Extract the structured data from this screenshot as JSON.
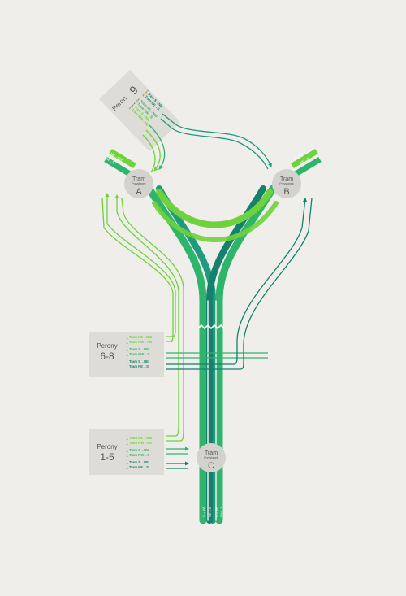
{
  "colors": {
    "background": "#efeeeb",
    "box": "#dedcd6",
    "node": "#d3d2cd",
    "text_dark": "#555555",
    "line_light": "#6fd23c",
    "line_mid": "#2fb56b",
    "line_teal": "#1f9a7e",
    "line_dark": "#15806e"
  },
  "stations": [
    {
      "id": "A",
      "title": "Tram",
      "subtitle": "Przystanek",
      "letter": "A"
    },
    {
      "id": "B",
      "title": "Tram",
      "subtitle": "Przystanek",
      "letter": "B"
    },
    {
      "id": "C",
      "title": "Tram",
      "subtitle": "Przystanek",
      "letter": "C"
    }
  ],
  "platform_boxes": [
    {
      "id": "peron9",
      "label": "Peron",
      "number": "9"
    },
    {
      "id": "perony68",
      "label": "Perony",
      "number": "6-8"
    },
    {
      "id": "perony15",
      "label": "Perony",
      "number": "1-5"
    }
  ],
  "route_labels": {
    "peron9": [
      "Tram S→NE",
      "Tram NE→S",
      "Tram NE→NW",
      "Tram NW→S",
      "Tram S→NW",
      "Tram NW→NE"
    ],
    "perony68": [
      "Tram NE→NW",
      "Tram NW→NE",
      "Tram S→NW",
      "Tram NW→S",
      "Tram S→NE",
      "Tram NE→S"
    ],
    "perony15": [
      "Tram NE→NW",
      "Tram NW→NE",
      "Tram S→NW",
      "Tram NW→S",
      "Tram S→NE",
      "Tram NE→S"
    ]
  },
  "terminal_labels": {
    "nw": [
      "NE→NW",
      "NW→S"
    ],
    "ne": [
      "S→NE",
      "NE→S"
    ],
    "s": [
      "S→NW",
      "NE→S",
      "S→NE",
      "NW→S"
    ]
  },
  "icons": {
    "walk": "pedestrian-icon",
    "arrow": "arrow-head-icon",
    "break": "zigzag-break-icon"
  }
}
